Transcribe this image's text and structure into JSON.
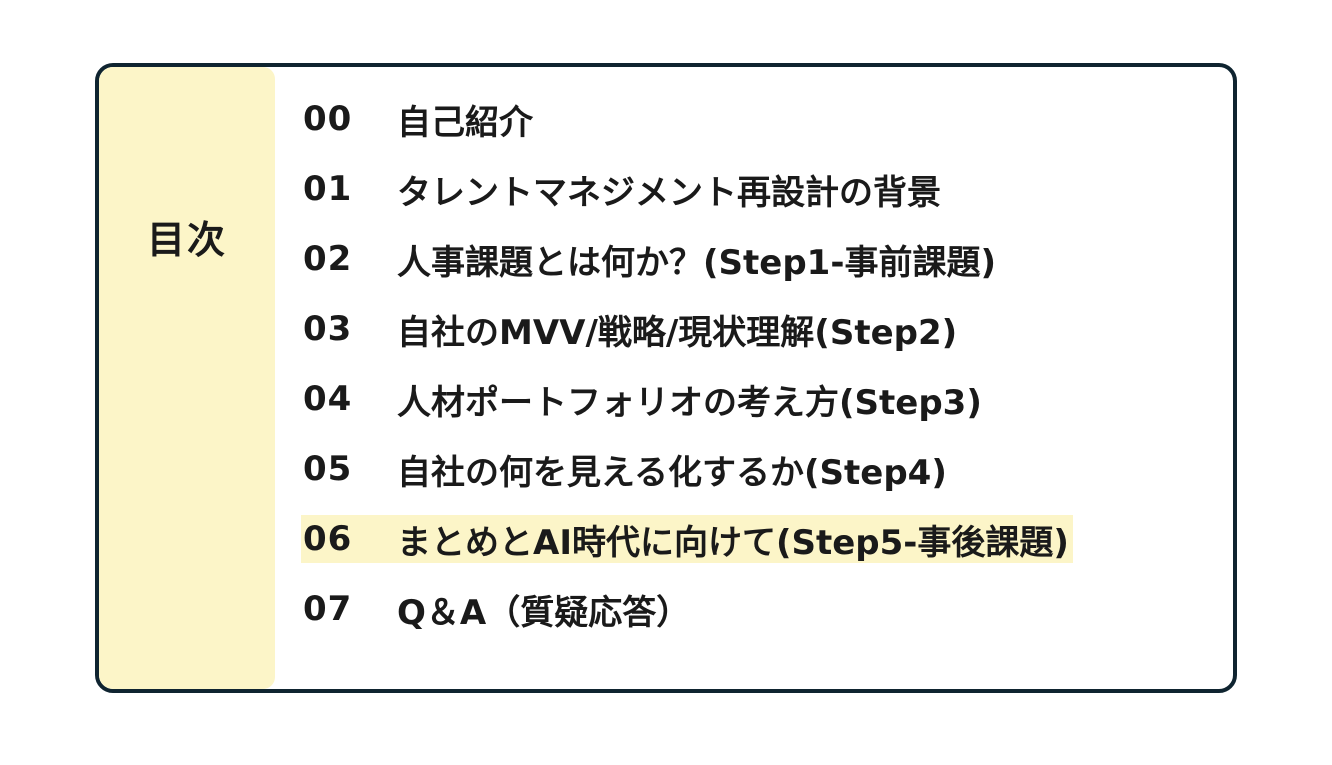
{
  "title": "目次",
  "highlight_color": "#fcf5c8",
  "border_color": "#0f2430",
  "items": [
    {
      "num": "00",
      "label": "自己紹介"
    },
    {
      "num": "01",
      "label": "タレントマネジメント再設計の背景"
    },
    {
      "num": "02",
      "label": "人事課題とは何か？(Step1-事前課題)"
    },
    {
      "num": "03",
      "label": "自社のMVV/戦略/現状理解(Step2)"
    },
    {
      "num": "04",
      "label": "人材ポートフォリオの考え方(Step3)"
    },
    {
      "num": "05",
      "label": "自社の何を見える化するか(Step4)"
    },
    {
      "num": "06",
      "label": "まとめとAI時代に向けて(Step5-事後課題)",
      "highlighted": true
    },
    {
      "num": "07",
      "label": "Q＆A（質疑応答）"
    }
  ]
}
